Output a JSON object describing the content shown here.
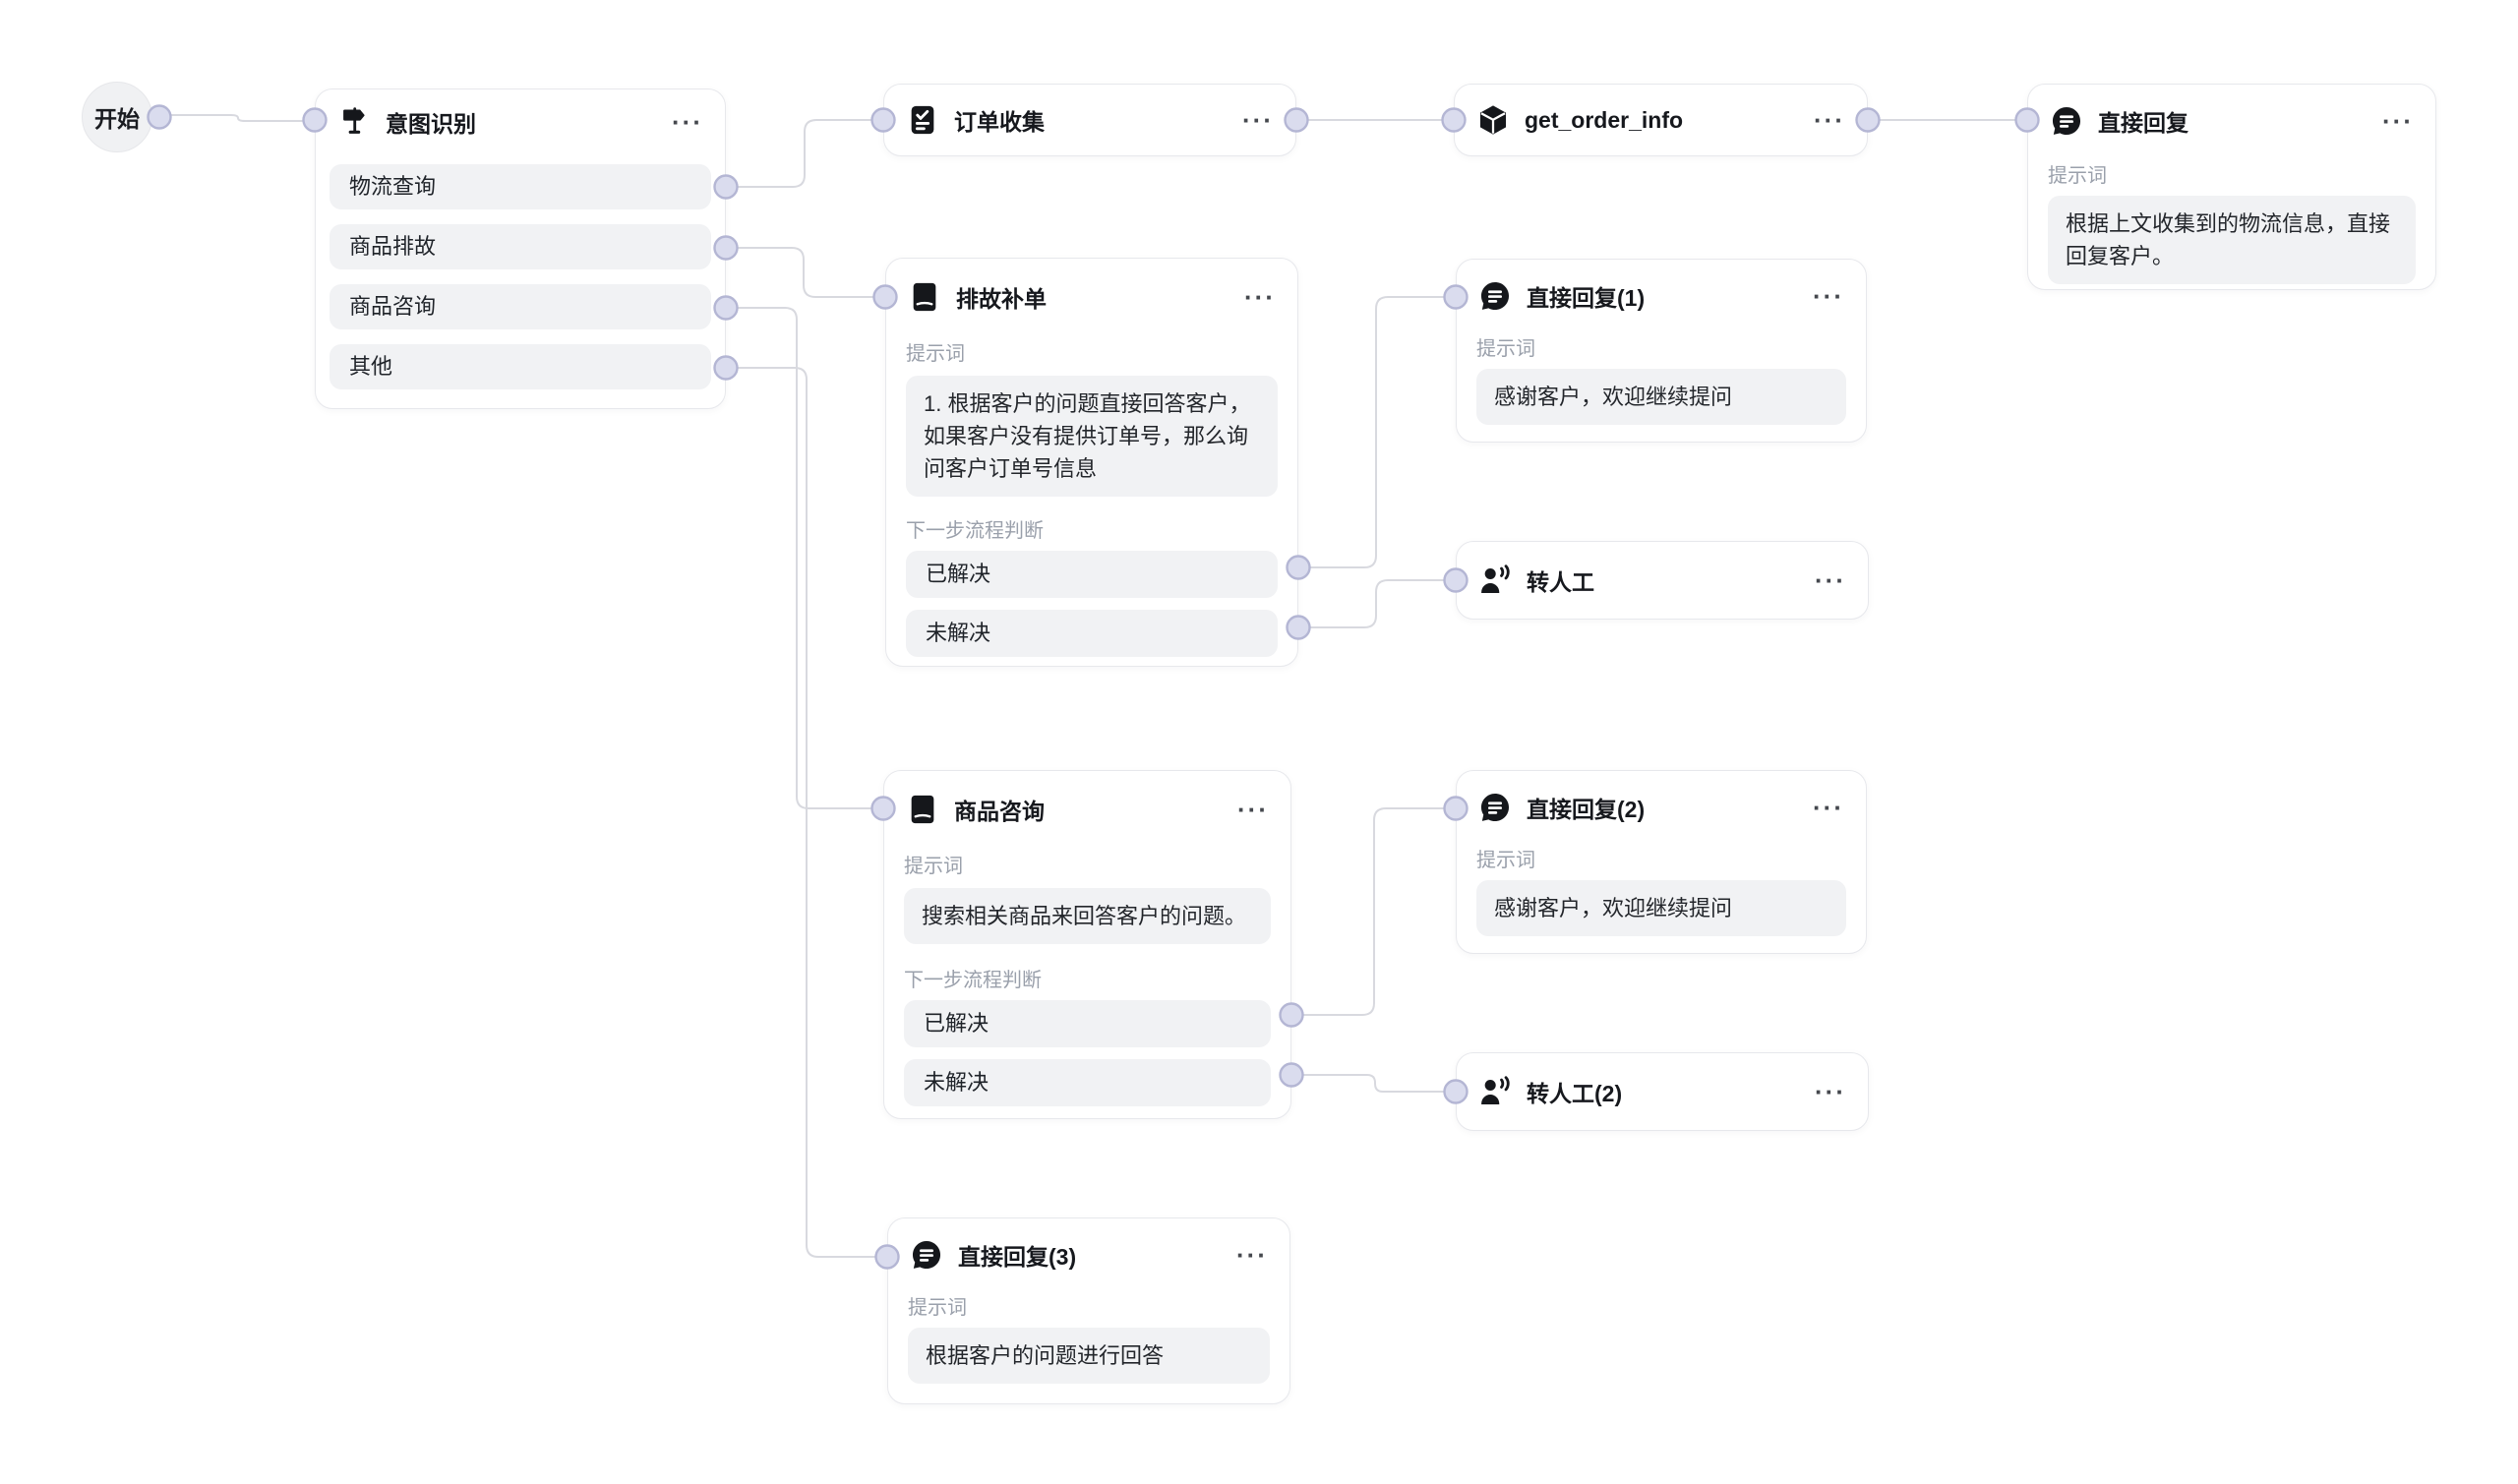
{
  "icons": {
    "more_menu": "···"
  },
  "start": {
    "label": "开始"
  },
  "intent": {
    "title": "意图识别",
    "items": [
      "物流查询",
      "商品排故",
      "商品咨询",
      "其他"
    ]
  },
  "order_collect": {
    "title": "订单收集"
  },
  "get_order_info": {
    "title": "get_order_info"
  },
  "direct_reply": {
    "title": "直接回复",
    "prompt_label": "提示词",
    "prompt": "根据上文收集到的物流信息，直接回复客户。"
  },
  "troubleshoot": {
    "title": "排故补单",
    "prompt_label": "提示词",
    "prompt": "1. 根据客户的问题直接回答客户，如果客户没有提供订单号，那么询问客户订单号信息",
    "next_label": "下一步流程判断",
    "branches": [
      "已解决",
      "未解决"
    ]
  },
  "direct_reply_1": {
    "title": "直接回复(1)",
    "prompt_label": "提示词",
    "prompt": "感谢客户，欢迎继续提问"
  },
  "human_transfer": {
    "title": "转人工"
  },
  "product_consult": {
    "title": "商品咨询",
    "prompt_label": "提示词",
    "prompt": "搜索相关商品来回答客户的问题。",
    "next_label": "下一步流程判断",
    "branches": [
      "已解决",
      "未解决"
    ]
  },
  "direct_reply_2": {
    "title": "直接回复(2)",
    "prompt_label": "提示词",
    "prompt": "感谢客户，欢迎继续提问"
  },
  "human_transfer_2": {
    "title": "转人工(2)"
  },
  "direct_reply_3": {
    "title": "直接回复(3)",
    "prompt_label": "提示词",
    "prompt": "根据客户的问题进行回答"
  },
  "colors": {
    "canvas_bg": "#ffffff",
    "connector": "#d8d9df",
    "port_fill": "#dadcee",
    "port_stroke": "#b4b6d4",
    "node_border": "#e7e8ec",
    "row_bg": "#f1f2f4",
    "label_text": "#9aa0ab",
    "icon_black": "#15171b"
  }
}
